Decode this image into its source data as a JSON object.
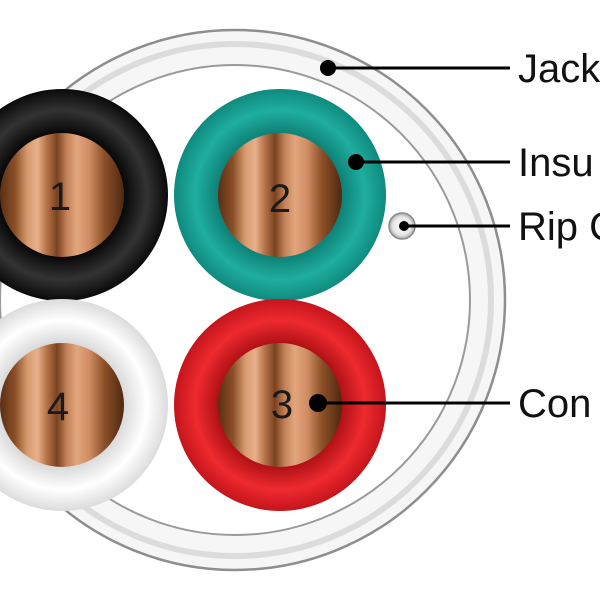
{
  "labels": {
    "jacket": "Jack",
    "insulation": "Insu",
    "rip_cord": "Rip C",
    "conductor": "Con"
  },
  "wires": [
    {
      "number": "1",
      "insulation_color": "#111111"
    },
    {
      "number": "2",
      "insulation_color": "#14998c"
    },
    {
      "number": "3",
      "insulation_color": "#d91a1f"
    },
    {
      "number": "4",
      "insulation_color": "#f2f2f2"
    }
  ],
  "colors": {
    "jacket": "#f1f1f1",
    "jacket_outline": "#9a9a9a",
    "copper_light": "#e0a175",
    "copper_dark": "#6b3a1c",
    "leader_line": "#000000"
  }
}
